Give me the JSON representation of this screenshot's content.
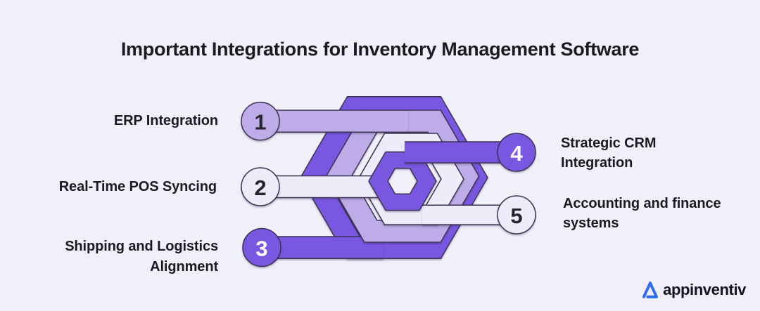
{
  "title": "Important Integrations for Inventory Management Software",
  "items": [
    {
      "number": "1",
      "label": "ERP Integration",
      "circle_color": "#BDACE8"
    },
    {
      "number": "2",
      "label": "Real-Time POS Syncing",
      "circle_color": "#EFECFA"
    },
    {
      "number": "3",
      "label": "Shipping and Logistics Alignment",
      "circle_color": "#7957E1"
    },
    {
      "number": "4",
      "label": "Strategic CRM Integration",
      "circle_color": "#7957E1"
    },
    {
      "number": "5",
      "label": "Accounting and finance systems",
      "circle_color": "#EFECFA"
    }
  ],
  "colors": {
    "background": "#F1EFFA",
    "purple": "#7957E1",
    "light_purple": "#BDACE8",
    "pale": "#EFECFA",
    "outline": "#3A3453",
    "text": "#1B1B1F",
    "logo_blue": "#2E6CF6"
  },
  "logo": {
    "text": "appinventiv",
    "icon": "appinventiv-logo-mark"
  }
}
